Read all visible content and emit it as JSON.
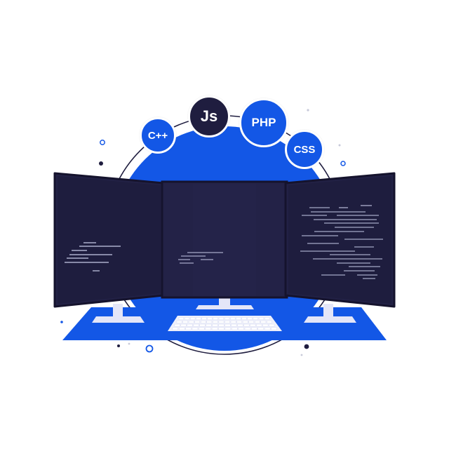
{
  "colors": {
    "primary_blue": "#1357e6",
    "dark_navy": "#1f1d3f",
    "screen_dark": "#222145",
    "outline": "#15132d",
    "stand_light": "#e4e6f8",
    "keyboard_light": "#eef0fb",
    "code_line": "#c7cbe8",
    "circle_outline": "#1f1d3f",
    "dot_blue": "#1357e6",
    "dot_dark": "#1f1d3f",
    "dot_gray": "#c7c9d9"
  },
  "badges": [
    {
      "id": "cpp",
      "label": "C++",
      "color": "#1357e6"
    },
    {
      "id": "js",
      "label": "Js",
      "color": "#1f1d3f"
    },
    {
      "id": "php",
      "label": "PHP",
      "color": "#1357e6"
    },
    {
      "id": "css",
      "label": "CSS",
      "color": "#1357e6"
    }
  ],
  "icons": [
    "monitor-icon",
    "keyboard-icon",
    "code-lines-icon"
  ]
}
